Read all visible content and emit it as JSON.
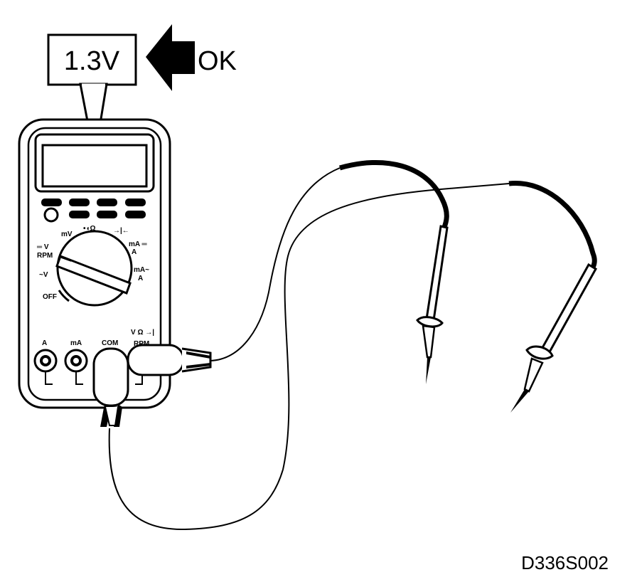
{
  "callout": {
    "reading": "1.3V"
  },
  "status": {
    "ok_label": "OK"
  },
  "figure": {
    "code": "D336S002"
  },
  "dial": {
    "mv": "mV",
    "continuity_ohm": "•◖Ω",
    "diode": "→|←",
    "dc_v": "═ V",
    "rpm": "RPM",
    "ac_v": "~V",
    "off": "OFF",
    "dc_ma": "mA ═",
    "dc_a": "A",
    "ac_ma": "mA~",
    "ac_a": "A"
  },
  "jacks": {
    "a": "A",
    "ma": "mA",
    "com": "COM",
    "v_ohm_diode": "V Ω →|",
    "rpm": "RPM"
  }
}
